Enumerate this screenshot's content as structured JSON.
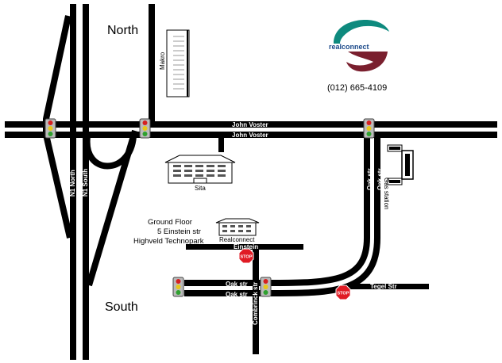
{
  "labels": {
    "north": "North",
    "south": "South",
    "makro": "Makro",
    "sita": "Sita",
    "realconnect_building": "Realconnect",
    "gas_station": "Gas station",
    "n1_north": "N1 North",
    "n1_south": "N1 South",
    "john_voster": "John Voster",
    "oak_str": "Oak str",
    "einstein": "Einstein",
    "tegel_str": "Tegel Str",
    "combrinck": "Combrinck str",
    "stop": "STOP"
  },
  "address": {
    "line1": "Ground Floor",
    "line2": "5 Einstein str",
    "line3": "Highveld Technopark"
  },
  "logo": {
    "text": "realconnect",
    "teal": "#0e8a7e",
    "maroon": "#7a1f2e"
  },
  "phone": "(012) 665-4109",
  "colors": {
    "road": "#000000",
    "road_divider": "#ffffff",
    "stop": "#e01b24",
    "light_red": "#d62020",
    "light_yellow": "#e8c81a",
    "light_green": "#2fa12f"
  }
}
